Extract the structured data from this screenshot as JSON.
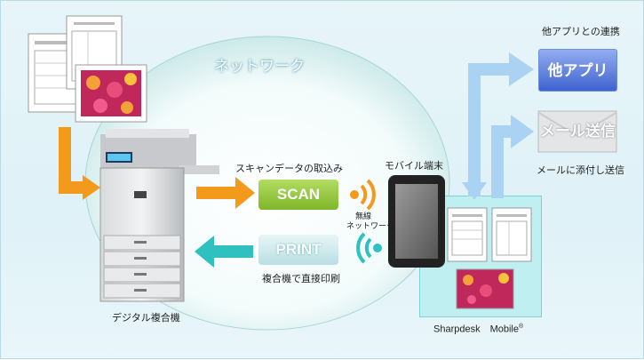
{
  "diagram": {
    "network_label": "ネットワーク",
    "scan_caption": "スキャンデータの取込み",
    "scan_button": "SCAN",
    "print_button": "PRINT",
    "print_caption": "複合機で直接印刷",
    "wireless_label_line1": "無線",
    "wireless_label_line2": "ネットワーク",
    "mobile_caption": "モバイル端末",
    "mfp_caption": "デジタル複合機",
    "other_apps_caption": "他アプリとの連携",
    "other_apps_button": "他アプリ",
    "mail_button": "メール送信",
    "mail_caption": "メールに添付し送信",
    "app_caption": "Sharpdesk　Mobile",
    "app_caption_mark": "®"
  },
  "colors": {
    "orange": "#f39a1d",
    "teal": "#2fc1c0",
    "light_blue": "#a9d2f3",
    "scan_green": "#8cc53b",
    "apps_blue": "#4b73d8",
    "mail_gray": "#b9bcbf"
  }
}
